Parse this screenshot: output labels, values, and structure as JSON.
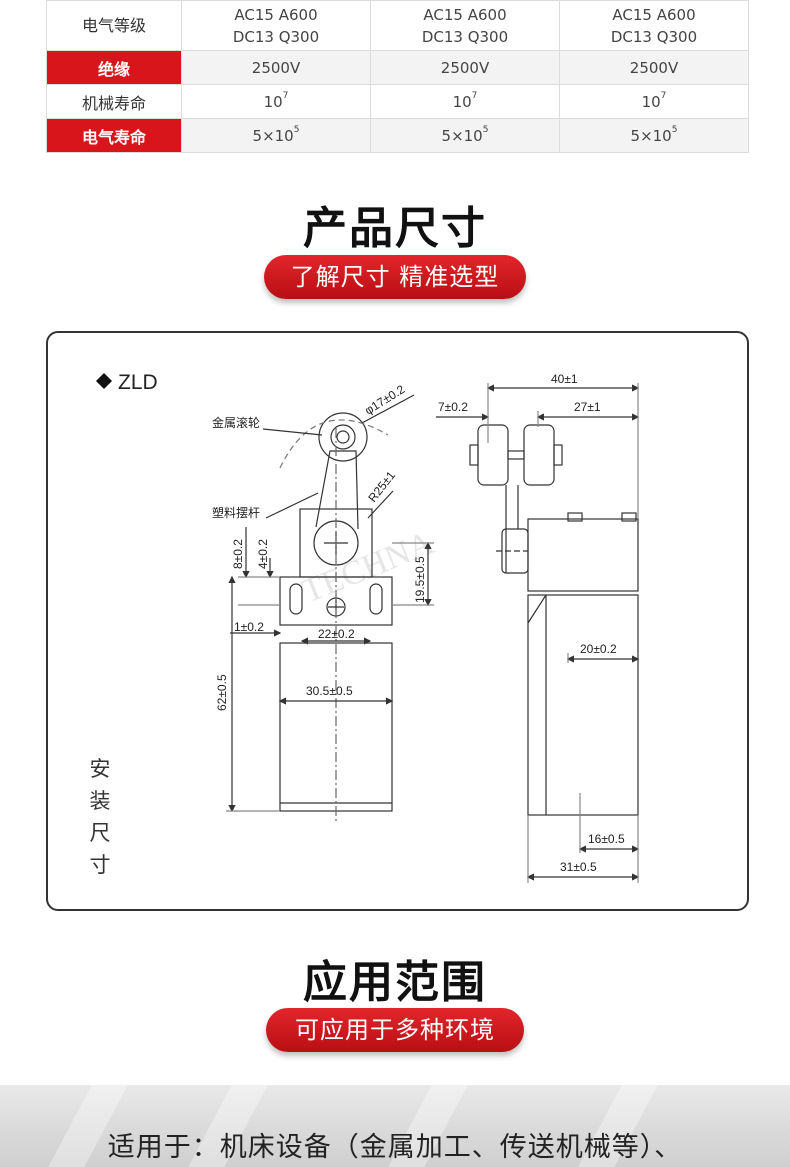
{
  "spec_table": {
    "rows": [
      {
        "label": "电气等级",
        "highlight": false,
        "values": [
          [
            "AC15 A600",
            "DC13 Q300"
          ],
          [
            "AC15 A600",
            "DC13 Q300"
          ],
          [
            "AC15 A600",
            "DC13 Q300"
          ]
        ]
      },
      {
        "label": "绝缘",
        "highlight": true,
        "values": [
          "2500V",
          "2500V",
          "2500V"
        ]
      },
      {
        "label": "机械寿命",
        "highlight": false,
        "values": [
          [
            "10",
            "7"
          ],
          [
            "10",
            "7"
          ],
          [
            "10",
            "7"
          ]
        ]
      },
      {
        "label": "电气寿命",
        "highlight": true,
        "values": [
          [
            "5×10",
            "5"
          ],
          [
            "5×10",
            "5"
          ],
          [
            "5×10",
            "5"
          ]
        ]
      }
    ]
  },
  "dimensions_section": {
    "title": "产品尺寸",
    "pill": "了解尺寸 精准选型",
    "model": "ZLD",
    "mount_label": "安装尺寸",
    "watermark": "TECHNA",
    "callouts": {
      "roller": "金属滚轮",
      "arm": "塑料摆杆",
      "roller_dia": "φ17±0.2",
      "radius": "R25±1",
      "d8": "8±0.2",
      "d4": "4±0.2",
      "d19": "19.5±0.5",
      "d1": "1±0.2",
      "d22": "22±0.2",
      "d30": "30.5±0.5",
      "d62": "62±0.5",
      "d40": "40±1",
      "d7": "7±0.2",
      "d27": "27±1",
      "d20": "20±0.2",
      "d16": "16±0.5",
      "d31": "31±0.5"
    }
  },
  "application_section": {
    "title": "应用范围",
    "pill": "可应用于多种环境",
    "banner_text": "适用于：机床设备（金属加工、传送机械等）、"
  },
  "colors": {
    "accent_red": "#d7151a",
    "text_dark": "#111111",
    "table_border": "#dcdcdc"
  }
}
